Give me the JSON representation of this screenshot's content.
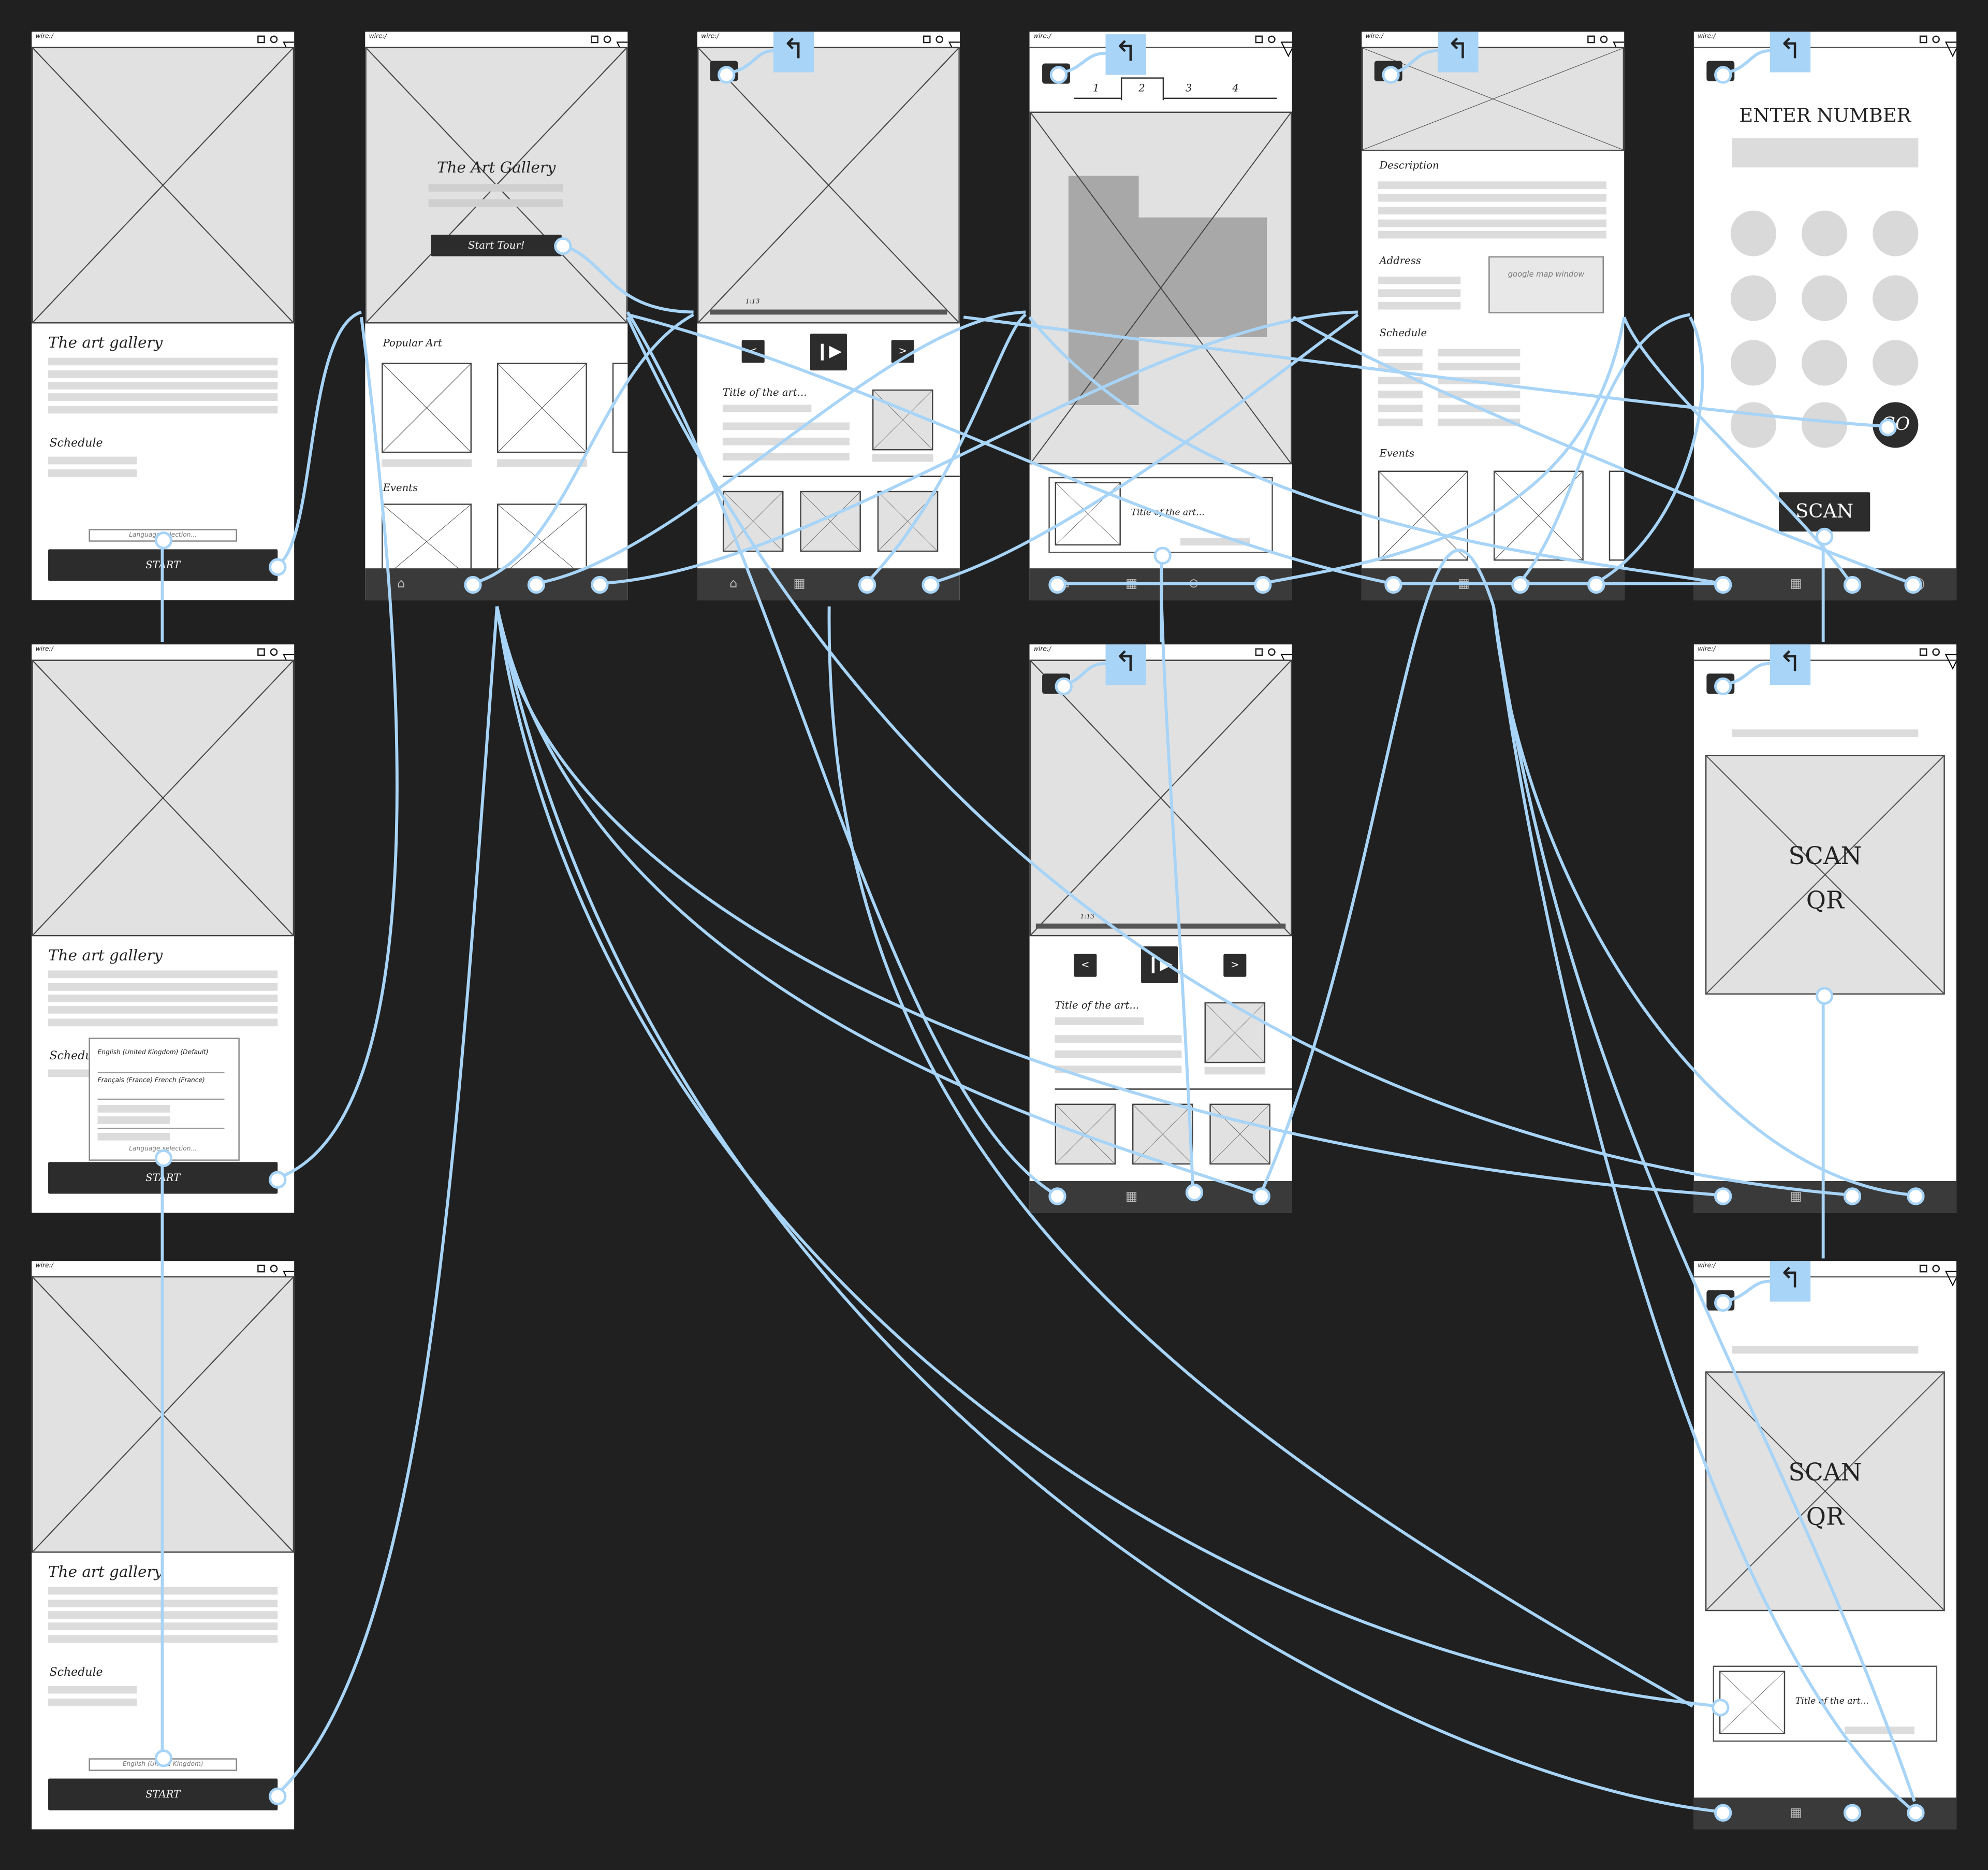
{
  "window_label": "wire:/",
  "gallery_name": "The art gallery",
  "schedule_label": "Schedule",
  "language_placeholder": "Language selection...",
  "language_selected": "English (United Kingdom)",
  "language_options": [
    "English (United Kingdom) (Default)",
    "Français (France) French (France)"
  ],
  "start_label": "START",
  "home": {
    "title": "The Art Gallery",
    "start_tour": "Start Tour!",
    "popular_art": "Popular Art",
    "events": "Events"
  },
  "player": {
    "progress": "1:13",
    "prev": "<",
    "next": ">",
    "art_title": "Title of the art..."
  },
  "map": {
    "tabs": [
      "1",
      "2",
      "3",
      "4"
    ],
    "active_tab": "2",
    "art_title": "Title of the art..."
  },
  "info": {
    "description": "Description",
    "address": "Address",
    "map_placeholder": "google map window",
    "schedule": "Schedule",
    "events": "Events"
  },
  "enter_number": {
    "title": "ENTER NUMBER",
    "go": "GO",
    "scan": "SCAN"
  },
  "scan_qr": {
    "title": "SCAN QR",
    "art_title": "Title of the art..."
  },
  "colors": {
    "background": "#202020",
    "link": "#a7d4f7",
    "button": "#2c2c2c",
    "placeholder": "#e1e1e1"
  },
  "icons": [
    "home-icon",
    "qr-icon",
    "pin-icon",
    "info-icon",
    "back-arrow-icon"
  ]
}
